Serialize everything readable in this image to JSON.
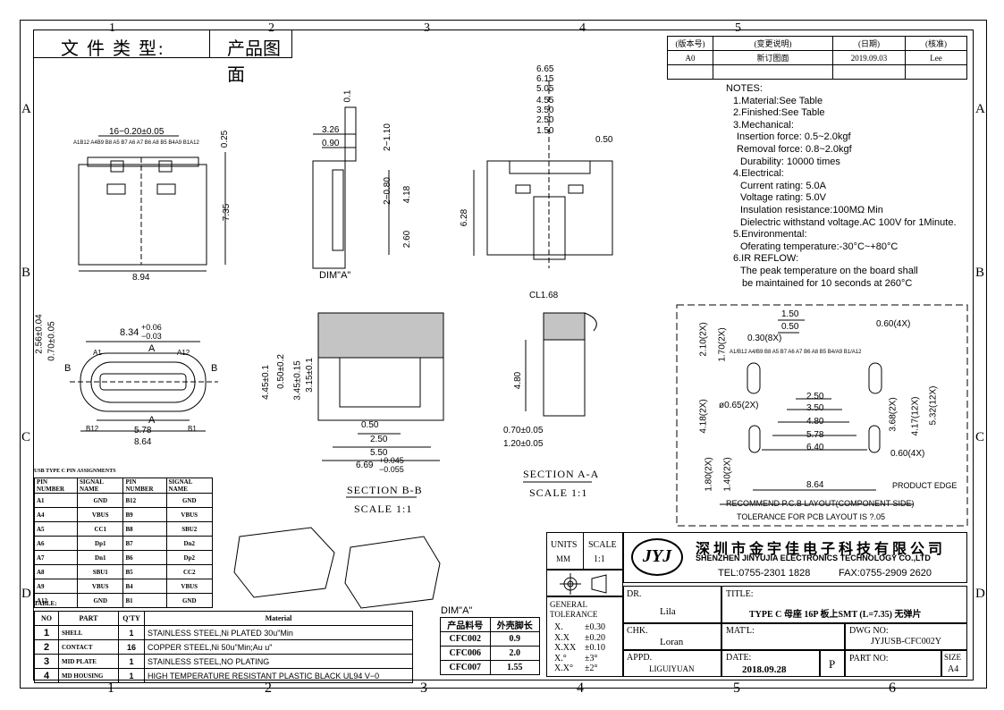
{
  "zones": {
    "top": [
      "1",
      "2",
      "3",
      "4",
      "5"
    ],
    "bottom": [
      "1",
      "2",
      "3",
      "4",
      "5",
      "6"
    ],
    "left": [
      "A",
      "B",
      "C",
      "D"
    ],
    "right": [
      "A",
      "B",
      "C",
      "D"
    ]
  },
  "doc_type": {
    "label": "文 件 类 型:",
    "value": "产品图面"
  },
  "revision": {
    "headers": [
      "(版本号)",
      "(变更说明)",
      "(日期)",
      "(核准)"
    ],
    "row": [
      "A0",
      "新订图面",
      "2019.09.03",
      "Lee"
    ]
  },
  "notes": [
    "NOTES:",
    "1.Material:See Table",
    "2.Finished:See Table",
    "3.Mechanical:",
    "Insertion force: 0.5~2.0kgf",
    "Removal force: 0.8~2.0kgf",
    "Durability: 10000 times",
    "4.Electrical:",
    "Current rating: 5.0A",
    "Voltage rating: 5.0V",
    "Insulation resistance:100MΩ Min",
    "Dielectric withstand voltage.AC 100V for 1Minute.",
    "5.Environmental:",
    "Oferating temperature:-30°C~+80°C",
    "6.IR REFLOW:",
    "The peak temperature on the board shall",
    "be maintained for 10 seconds at 260°C"
  ],
  "dims": {
    "front_top": "16−0.20±0.05",
    "pins_row": "A1B12 A4B9 B8 A5 B7 A6 A7 B6 A8 B5 B4A9 B1A12",
    "d025": "0.25",
    "d735": "7.35",
    "d894": "8.94",
    "side_01": "0.1",
    "side_326": "3.26",
    "side_090": "0.90",
    "side_2110": "2−1.10",
    "side_2080": "2−0.80",
    "side_418": "4.18",
    "side_260": "2.60",
    "dim_a": "DIM\"A\"",
    "r_665": "6.65",
    "r_615": "6.15",
    "r_505": "5.05",
    "r_455": "4.55",
    "r_350": "3.50",
    "r_250": "2.50",
    "r_150": "1.50",
    "r_050": "0.50",
    "r_628": "6.28",
    "f_256": "2.56±0.04",
    "f_070": "0.70±0.05",
    "f_834": "8.34",
    "f_834_tol_up": "+0.06",
    "f_834_tol_dn": "−0.03",
    "f_a": "A",
    "f_a2": "A",
    "f_b": "B",
    "f_b2": "B",
    "f_a1": "A1",
    "f_a12": "A12",
    "f_b12": "B12",
    "f_b1": "B1",
    "f_578": "5.78",
    "f_864": "8.64",
    "s_445": "4.45±0.1",
    "s_050": "0.50±0.2",
    "s_345": "3.45±0.15",
    "s_315": "3.15±0.1",
    "s_050b": "0.50",
    "s_250": "2.50",
    "s_550": "5.50",
    "s_669": "6.69",
    "s_669_up": "+0.045",
    "s_669_dn": "−0.055",
    "sec_bb": "SECTION B-B",
    "sec_bb_scale": "SCALE 1:1",
    "cl": "CL1.68",
    "a_480": "4.80",
    "a_070": "0.70±0.05",
    "a_120": "1.20±0.05",
    "sec_aa": "SECTION A-A",
    "sec_aa_scale": "SCALE 1:1"
  },
  "pcb": {
    "d150": "1.50",
    "d050": "0.50",
    "d060": "0.60(4X)",
    "d030": "0.30(8X)",
    "d210": "2.10(2X)",
    "d170": "1.70(2X)",
    "pins": "A1/B12 A4/B9 B8 A5 B7 A6 A7 B6 A8 B5 B4/A9 B1/A12",
    "d250": "2.50",
    "d065": "ø0.65(2X)",
    "d350": "3.50",
    "d418": "4.18(2X)",
    "d480": "4.80",
    "d368": "3.68(2X)",
    "d417": "4.17(12X)",
    "d532": "5.32(12X)",
    "d578": "5.78",
    "d640": "6.40",
    "d060b": "0.60(4X)",
    "d180": "1.80(2X)",
    "d140": "1.40(2X)",
    "d864": "8.64",
    "edge": "PRODUCT EDGE",
    "title": "RECOMMEND P.C.B LAYOUT(COMPONENT SIDE)",
    "tol": "TOLERANCE FOR PCB LAYOUT IS ?.05"
  },
  "pin_table": {
    "caption": "USB TYPE C PIN ASSIGNMENTS",
    "headers": [
      "PIN NUMBER",
      "SIGNAL NAME",
      "PIN NUMBER",
      "SIGNAL NAME"
    ],
    "rows": [
      [
        "A1",
        "GND",
        "B12",
        "GND"
      ],
      [
        "A4",
        "VBUS",
        "B9",
        "VBUS"
      ],
      [
        "A5",
        "CC1",
        "B8",
        "SBU2"
      ],
      [
        "A6",
        "Dp1",
        "B7",
        "Dn2"
      ],
      [
        "A7",
        "Dn1",
        "B6",
        "Dp2"
      ],
      [
        "A8",
        "SBU1",
        "B5",
        "CC2"
      ],
      [
        "A9",
        "VBUS",
        "B4",
        "VBUS"
      ],
      [
        "A12",
        "GND",
        "B1",
        "GND"
      ]
    ]
  },
  "bom": {
    "caption": "TABLE:",
    "headers": [
      "NO",
      "PART",
      "Q'TY",
      "Material"
    ],
    "rows": [
      [
        "1",
        "SHELL",
        "1",
        "STAINLESS STEEL,Ni PLATED 30u\"Min"
      ],
      [
        "2",
        "CONTACT",
        "16",
        "COPPER STEEL,Ni 50u\"Min;Au u\""
      ],
      [
        "3",
        "MID PLATE",
        "1",
        "STAINLESS STEEL,NO PLATING"
      ],
      [
        "4",
        "MD HOUSING",
        "1",
        "HIGH TEMPERATURE RESISTANT PLASTIC BLACK UL94 V−0"
      ]
    ]
  },
  "dim_table": {
    "caption": "DIM\"A\"",
    "headers": [
      "产品料号",
      "外壳脚长"
    ],
    "rows": [
      [
        "CFC002",
        "0.9"
      ],
      [
        "CFC006",
        "2.0"
      ],
      [
        "CFC007",
        "1.55"
      ]
    ]
  },
  "title_block": {
    "units_label": "UNITS",
    "units_value": "MM",
    "scale_label": "SCALE",
    "scale_value": "1:1",
    "general_tol": "GENERAL\nTOLERANCE",
    "tols": [
      [
        "X.",
        "±0.30"
      ],
      [
        "X.X",
        "±0.20"
      ],
      [
        "X.XX",
        "±0.10"
      ],
      [
        "X.°",
        "±3°"
      ],
      [
        "X.X°",
        "±2°"
      ]
    ],
    "logo": "JYJ",
    "company_cn": "深圳市金宇佳电子科技有限公司",
    "company_en": "SHENZHEN JINYUJIA ELECTRONICS TECHNOLOGY CO.,LTD",
    "tel": "TEL:0755-2301 1828",
    "fax": "FAX:0755-2909 2620",
    "dr_label": "DR.",
    "dr_value": "Lila",
    "chk_label": "CHK.",
    "chk_value": "Loran",
    "appd_label": "APPD.",
    "appd_value": "LIGUIYUAN",
    "title_label": "TITLE:",
    "title_value": "TYPE C 母座 16P 板上SMT (L=7.35) 无弹片",
    "mat_label": "MAT'L:",
    "dwg_label": "DWG NO:",
    "dwg_value": "JYJUSB-CFC002Y",
    "date_label": "DATE:",
    "date_value": "2018.09.28",
    "p_mark": "P",
    "part_label": "PART NO:",
    "size_label": "SIZE",
    "size_value": "A4"
  },
  "colors": {
    "line": "#000000",
    "hatch": "#555555"
  }
}
